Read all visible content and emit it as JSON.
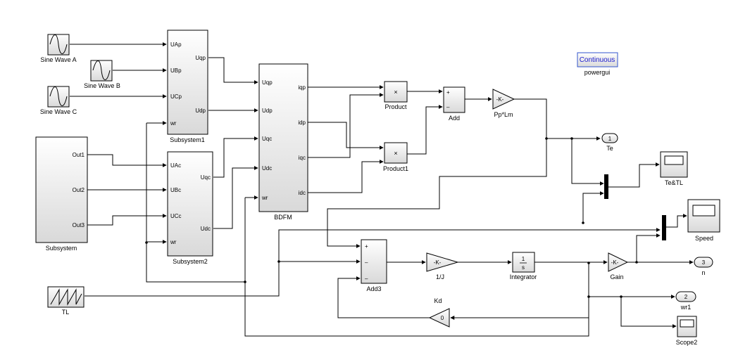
{
  "blocks": {
    "sine_a": "Sine Wave A",
    "sine_b": "Sine Wave B",
    "sine_c": "Sine Wave C",
    "subsystem": "Subsystem",
    "subsystem1": "Subsystem1",
    "subsystem2": "Subsystem2",
    "bdfm": "BDFM",
    "product": "Product",
    "product1": "Product1",
    "add": "Add",
    "pplm": "Pp*Lm",
    "te_out": "Te",
    "te_tl_scope": "Te&TL",
    "speed_scope": "Speed",
    "n_out": "n",
    "wr1_out": "wr1",
    "scope2": "Scope2",
    "add3": "Add3",
    "inv_j": "1/J",
    "integrator": "Integrator",
    "gain": "Gain",
    "kd": "Kd",
    "tl": "TL",
    "powergui": "powergui",
    "powergui_mode": "Continuous"
  },
  "block_text": {
    "times": "×",
    "gain_k": "-K-",
    "kd_value": "0",
    "int_num": "1",
    "int_den": "s",
    "plus": "+",
    "minus": "–",
    "port_te": "1",
    "port_n": "3",
    "port_wr1": "2"
  },
  "ports": {
    "sub1_in": [
      "UAp",
      "UBp",
      "UCp",
      "wr"
    ],
    "sub1_out": [
      "Uqp",
      "Udp"
    ],
    "sub2_in": [
      "UAc",
      "UBc",
      "UCc",
      "wr"
    ],
    "sub2_out": [
      "Uqc",
      "Udc"
    ],
    "sub_out": [
      "Out1",
      "Out2",
      "Out3"
    ],
    "bdfm_in": [
      "Uqp",
      "Udp",
      "Uqc",
      "Udc",
      "wr"
    ],
    "bdfm_out": [
      "iqp",
      "idp",
      "iqc",
      "idc"
    ]
  },
  "colors": {
    "powergui_text": "#1a1acc",
    "powergui_border": "#3355cc"
  }
}
